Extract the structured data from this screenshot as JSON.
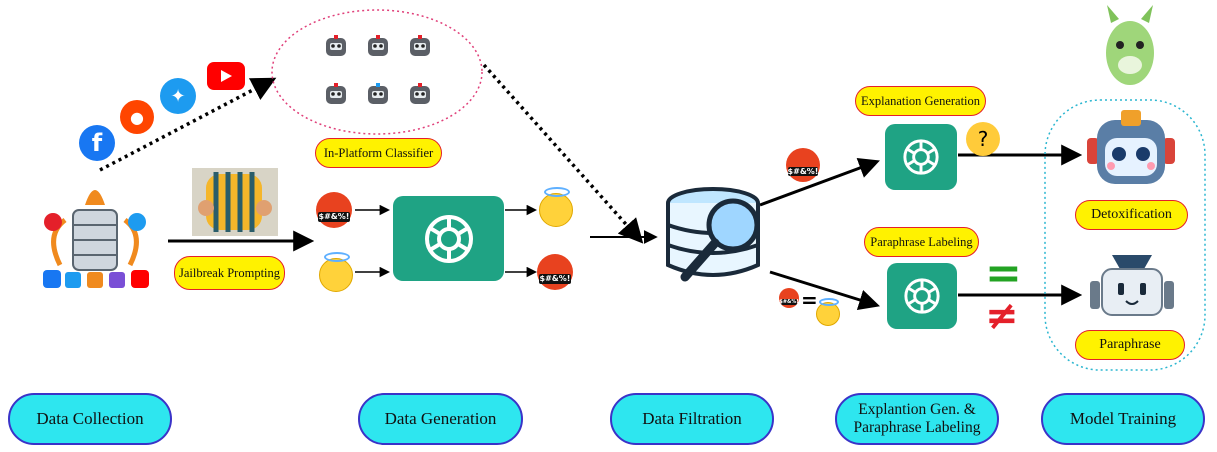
{
  "stages": [
    {
      "id": "collection",
      "label": "Data Collection"
    },
    {
      "id": "generation",
      "label": "Data Generation"
    },
    {
      "id": "filtration",
      "label": "Data Filtration"
    },
    {
      "id": "explain",
      "label": "Explantion Gen. & Paraphrase Labeling"
    },
    {
      "id": "training",
      "label": "Model Training"
    }
  ],
  "tags": {
    "in_platform": "In-Platform Classifier",
    "jailbreak": "Jailbreak Prompting",
    "explanation_generation": "Explanation Generation",
    "paraphrase_labeling": "Paraphrase Labeling",
    "detoxification": "Detoxification",
    "paraphrase": "Paraphrase"
  },
  "symbols": {
    "censored": "$#&%!",
    "equal": "=",
    "not_equal": "≠"
  },
  "colors": {
    "stage_fill": "#2ee6ef",
    "stage_border": "#3a33c8",
    "tag_fill": "#fff200",
    "tag_border": "#e4202a",
    "gpt_green": "#1fa384",
    "dotted_pink": "#e0407a",
    "dotted_cyan": "#2bb6d0"
  },
  "icons": [
    "database-hub-icon",
    "facebook-icon",
    "reddit-icon",
    "twitter-icon",
    "youtube-icon",
    "robot-icon",
    "jail-icon",
    "chatgpt-icon",
    "angry-emoji-icon",
    "angel-emoji-icon",
    "database-search-icon",
    "thinking-emoji-icon",
    "llama-icon"
  ]
}
